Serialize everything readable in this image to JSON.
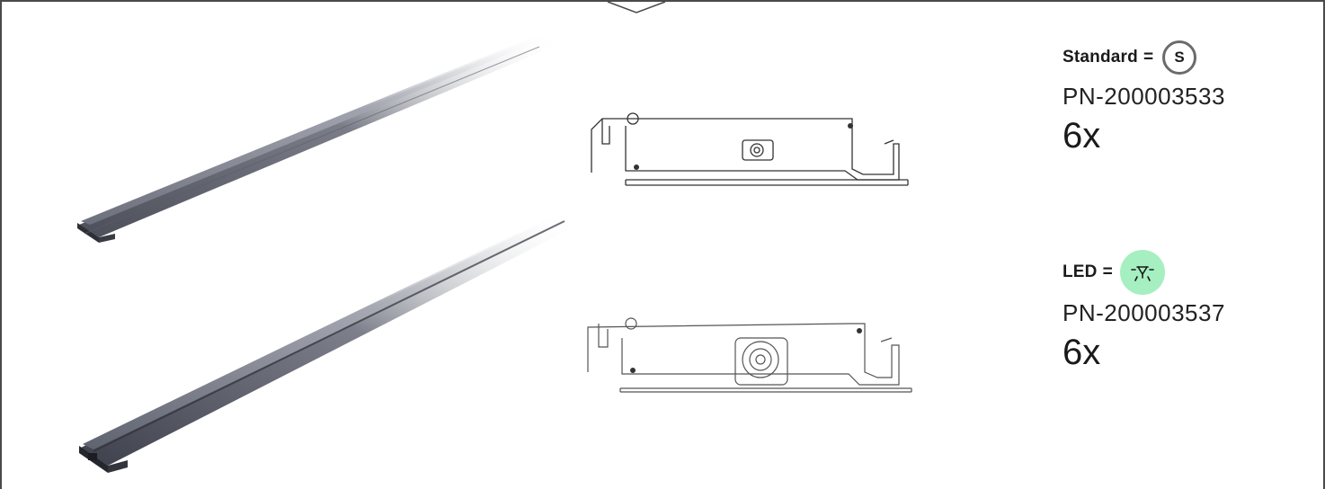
{
  "items": [
    {
      "type_label": "Standard",
      "equals": "=",
      "badge_text": "S",
      "badge_icon": "standard-s-icon",
      "part_number": "PN-200003533",
      "quantity": "6x"
    },
    {
      "type_label": "LED",
      "equals": "=",
      "badge_icon": "led-light-icon",
      "badge_color": "#a6efc0",
      "part_number": "PN-200003537",
      "quantity": "6x"
    }
  ]
}
